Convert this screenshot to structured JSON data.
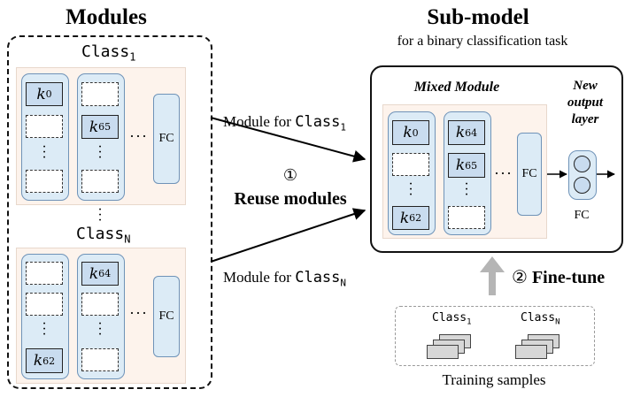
{
  "left": {
    "title": "Modules",
    "top_label_base": "Class",
    "top_label_sub": "1",
    "mid_dots": "⋮",
    "bottom_label_base": "Class",
    "bottom_label_sub": "N",
    "top_module": {
      "col1_k": "k",
      "col1_k_sub": "0",
      "col2_k": "k",
      "col2_k_sub": "65",
      "fc": "FC"
    },
    "bottom_module": {
      "col1_k": "k",
      "col1_k_sub": "62",
      "col2_k": "k",
      "col2_k_sub": "64",
      "fc": "FC"
    }
  },
  "middle": {
    "arrow_top_label": "Module for ",
    "arrow_top_class": "Class",
    "arrow_top_sub": "1",
    "reuse_num": "①",
    "reuse_label": "Reuse modules",
    "arrow_bottom_label": "Module for ",
    "arrow_bottom_class": "Class",
    "arrow_bottom_sub": "N"
  },
  "right": {
    "title": "Sub-model",
    "subtitle": "for a binary classification task",
    "mixed_title": "Mixed Module",
    "new_layer_line1": "New",
    "new_layer_line2": "output",
    "new_layer_line3": "layer",
    "mixed": {
      "c1a": "k",
      "c1a_sub": "0",
      "c1b": "k",
      "c1b_sub": "62",
      "c2a": "k",
      "c2a_sub": "64",
      "c2b": "k",
      "c2b_sub": "65",
      "fc": "FC"
    },
    "out_fc": "FC",
    "finetune_num": "②",
    "finetune_label": "Fine-tune",
    "train_class1_base": "Class",
    "train_class1_sub": "1",
    "train_classN_base": "Class",
    "train_classN_sub": "N",
    "train_label": "Training samples"
  },
  "colors": {
    "column_fill": "#dcebf6",
    "column_border": "#6f93b8",
    "module_bg": "#fdf3ec",
    "k_fill": "#c9dcef",
    "arrow_gray": "#b5b5b5"
  }
}
